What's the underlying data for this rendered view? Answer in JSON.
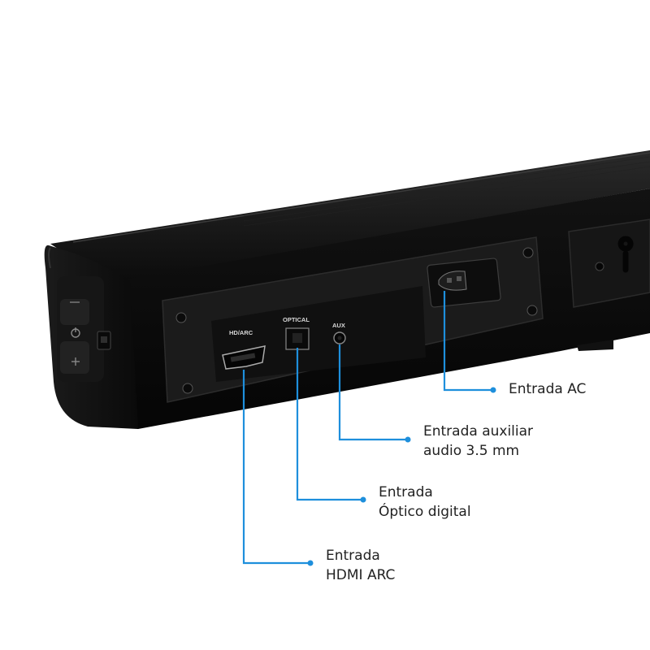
{
  "colors": {
    "accent": "#1e8fdc",
    "body": "#0e0e0e",
    "panel": "#1a1a1a",
    "text": "#222222",
    "background": "#ffffff"
  },
  "device": {
    "ports": {
      "hdmi_label": "HD/ARC",
      "optical_label": "OPTICAL",
      "aux_label": "AUX"
    },
    "side_buttons": {
      "power_icon": "power-icon",
      "plus_icon": "plus-icon"
    }
  },
  "callouts": {
    "ac": {
      "line1": "Entrada AC"
    },
    "aux": {
      "line1": "Entrada auxiliar",
      "line2": "audio 3.5 mm"
    },
    "optical": {
      "line1": "Entrada",
      "line2": "Óptico digital"
    },
    "hdmi": {
      "line1": "Entrada",
      "line2": "HDMI ARC"
    }
  }
}
